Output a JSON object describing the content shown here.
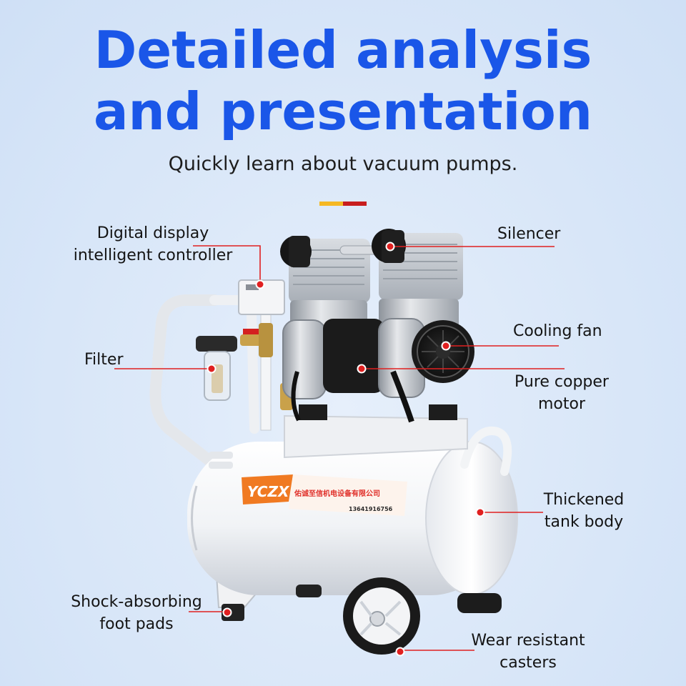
{
  "header": {
    "title_line1": "Detailed analysis",
    "title_line2": "and presentation",
    "subtitle": "Quickly learn about vacuum pumps."
  },
  "callouts": {
    "display_line1": "Digital display",
    "display_line2": "intelligent controller",
    "filter": "Filter",
    "shock_line1": "Shock-absorbing",
    "shock_line2": "foot pads",
    "silencer": "Silencer",
    "cooling_fan": "Cooling fan",
    "motor_line1": "Pure copper",
    "motor_line2": "motor",
    "tank_line1": "Thickened",
    "tank_line2": "tank body",
    "casters_line1": "Wear resistant",
    "casters_line2": "casters"
  },
  "tank_label": {
    "brand": "YCZX",
    "company": "佑诚至信机电设备有限公司",
    "phone": "13641916756"
  },
  "colors": {
    "title_blue": "#1a56e8",
    "accent_red": "#e02020",
    "accent_yellow": "#f5b823",
    "label_orange": "#f07a22"
  }
}
